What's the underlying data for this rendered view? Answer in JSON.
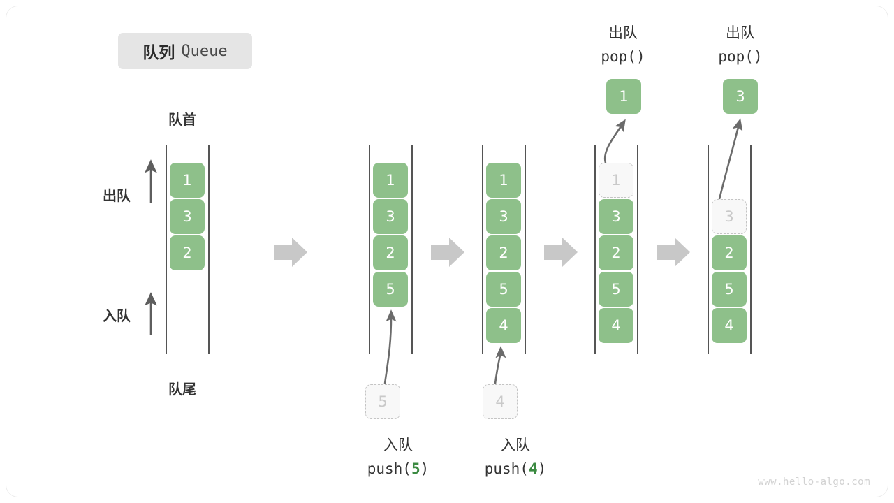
{
  "title": {
    "cn": "队列",
    "en": "Queue"
  },
  "watermark": "www.hello-algo.com",
  "labels": {
    "front": "队首",
    "rear": "队尾",
    "dequeue": "出队",
    "enqueue": "入队"
  },
  "colors": {
    "cell_fill": "#8ec08a",
    "cell_text": "#ffffff",
    "ghost_fill": "#f8f8f8",
    "ghost_border": "#c4c4c4",
    "ghost_text": "#c9c9c9",
    "rail": "#555555",
    "arrow_gray": "#c8c8c8",
    "line_arrow": "#6b6b6b",
    "badge_bg": "#e5e5e5",
    "code_arg_green": "#3b8a41",
    "watermark": "#d2d2d2"
  },
  "steps": [
    {
      "id": "initial",
      "cells": [
        "1",
        "3",
        "2"
      ],
      "ghost": null,
      "operation": null,
      "result": null
    },
    {
      "id": "push-5",
      "cells": [
        "1",
        "3",
        "2",
        "5"
      ],
      "ghost": {
        "value": "5",
        "position": "below"
      },
      "operation": {
        "cn": "入队",
        "code_prefix": "push(",
        "arg": "5",
        "code_suffix": ")"
      },
      "result": null
    },
    {
      "id": "push-4",
      "cells": [
        "1",
        "3",
        "2",
        "5",
        "4"
      ],
      "ghost": {
        "value": "4",
        "position": "below"
      },
      "operation": {
        "cn": "入队",
        "code_prefix": "push(",
        "arg": "4",
        "code_suffix": ")"
      },
      "result": null
    },
    {
      "id": "pop-1",
      "cells": [
        "3",
        "2",
        "5",
        "4"
      ],
      "ghost": {
        "value": "1",
        "position": "top"
      },
      "operation": {
        "cn": "出队",
        "code_prefix": "pop(",
        "arg": "",
        "code_suffix": ")"
      },
      "result": "1"
    },
    {
      "id": "pop-3",
      "cells": [
        "2",
        "5",
        "4"
      ],
      "ghost": {
        "value": "3",
        "position": "top"
      },
      "operation": {
        "cn": "出队",
        "code_prefix": "pop(",
        "arg": "",
        "code_suffix": ")"
      },
      "result": "3"
    }
  ],
  "flow_arrows": 4
}
